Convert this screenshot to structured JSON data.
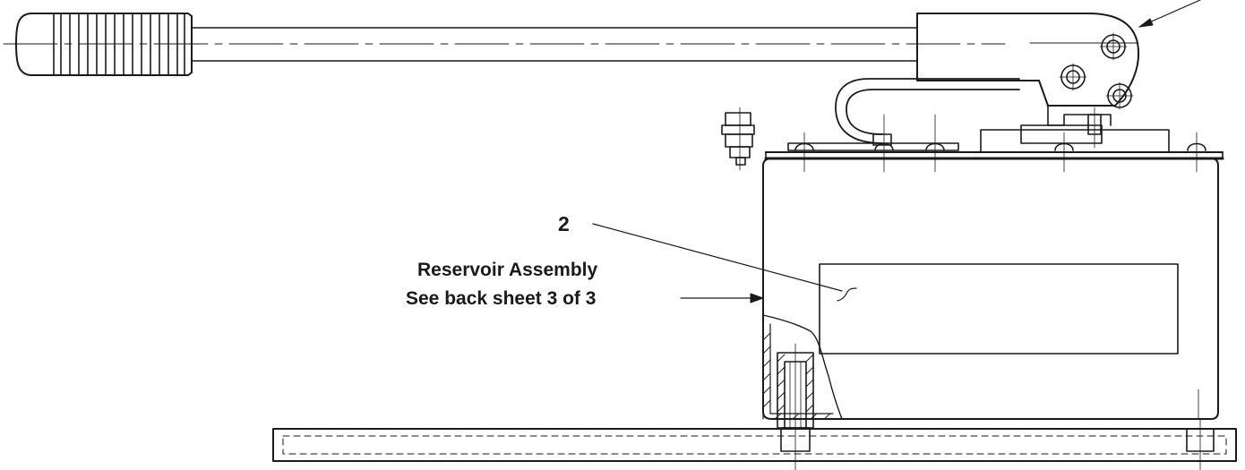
{
  "callouts": {
    "item_number": "2",
    "reservoir_title": "Reservoir Assembly",
    "reservoir_reference": "See back sheet 3 of 3"
  },
  "colors": {
    "line": "#1a1a1a",
    "background": "#ffffff"
  }
}
